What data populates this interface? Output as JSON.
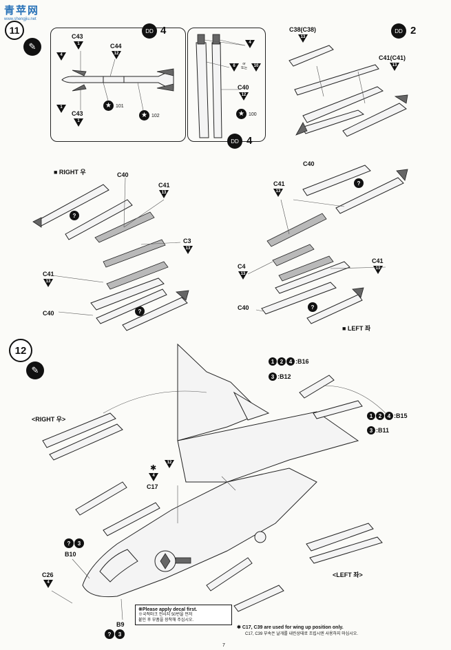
{
  "header": {
    "watermark_main": "青苹网",
    "watermark_sub": "www.shengjiu.net"
  },
  "step11": {
    "panel_left": {
      "step": "4",
      "c43_top": "C43",
      "c43_top_num": "1",
      "c44": "C44",
      "c44_num": "12",
      "tri_top": "4",
      "tri_bottom": "1",
      "decal_101": "101",
      "decal_102": "102",
      "c43_bottom": "C43",
      "c43_bottom_num": "1"
    },
    "panel_mid": {
      "step": "4",
      "tri_4": "4",
      "tri_6": "6",
      "or": "or\n또는",
      "tri_10": "10",
      "c40": "C40",
      "c40_num": "12",
      "decal_100": "100"
    },
    "panel_right": {
      "step": "2",
      "c38": "C38(C38)",
      "c38_num": "13",
      "c41": "C41(C41)",
      "c41_num": "13"
    },
    "right_group": {
      "title": "■ RIGHT 우",
      "c40": "C40",
      "c41_a": "C41",
      "c41_a_num": "13",
      "c3": "C3",
      "c3_num": "13",
      "c41_b": "C41",
      "c41_b_num": "13",
      "c40_b": "C40"
    },
    "left_group": {
      "title": "■ LEFT 좌",
      "c40": "C40",
      "c41_a": "C41",
      "c41_a_num": "13",
      "c4": "C4",
      "c4_num": "13",
      "c41_b": "C41",
      "c41_b_num": "13",
      "c40_b": "C40"
    }
  },
  "step12": {
    "number": "12",
    "b16": ":B16",
    "b12": ":B12",
    "b15": ":B15",
    "b11": ":B11",
    "right_label": "<RIGHT 우>",
    "left_label": "<LEFT 좌>",
    "c17": "C17",
    "c17_num": "4",
    "c39": "C39",
    "c39_num": "4",
    "tri_12": "12",
    "b10": "B10",
    "c26": "C26",
    "c26_num": "4",
    "b9": "B9",
    "decal_note_en": "※Please apply decal first.",
    "decal_note_kr": "※국적마크 전사지 50번을 먼저\n붙인 후 부품을 장착해 주십시오.",
    "footer_note_en": "C17, C39 are used for wing up position only.",
    "footer_note_kr": "C17, C39 부속은 날개를 내린상태로 조립시엔 사용하지 마십시오.",
    "asterisk": "✱"
  },
  "page_number": "7"
}
